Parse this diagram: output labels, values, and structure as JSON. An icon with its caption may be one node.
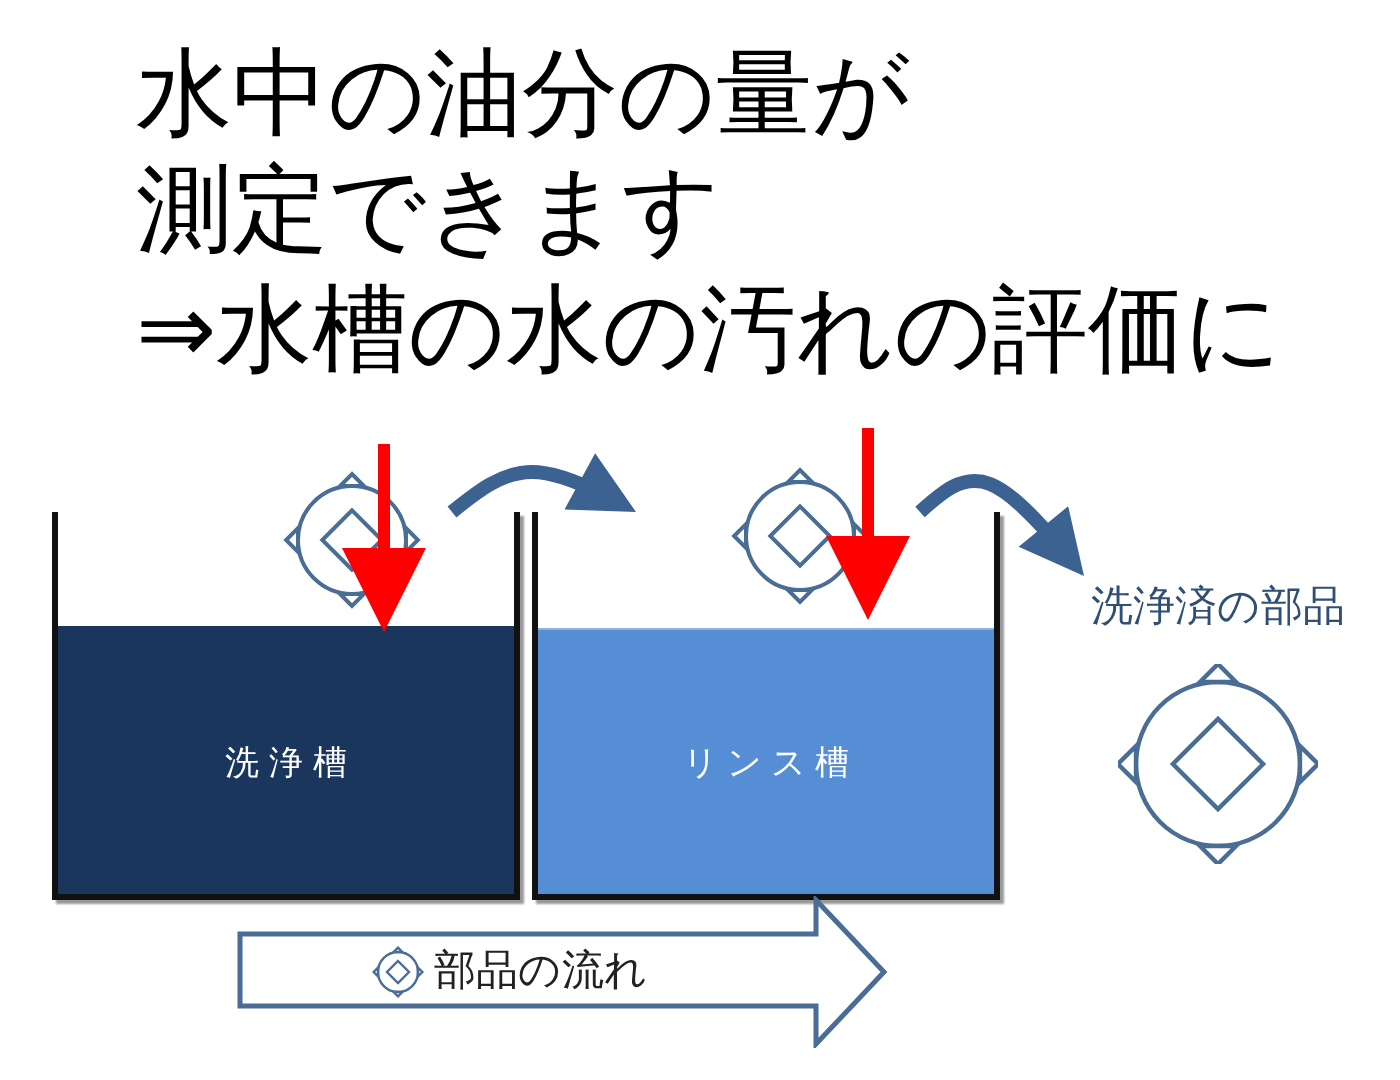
{
  "diagram": {
    "title": "水中の油分の量が測定できます",
    "nodes": [
      {
        "text": [
          "洗浄槽"
        ]
      },
      {
        "text": [
          "リンス槽"
        ]
      },
      {
        "text": [
          "洗浄済の部品"
        ]
      },
      {
        "text": [
          "部品の流れ"
        ]
      }
    ],
    "edges": [
      {
        "from": 0,
        "to": 1,
        "arrow": "to"
      },
      {
        "from": 1,
        "to": 2,
        "arrow": "to"
      }
    ],
    "labels": [
      "⇒水槽の水の汚れの評価に"
    ]
  }
}
